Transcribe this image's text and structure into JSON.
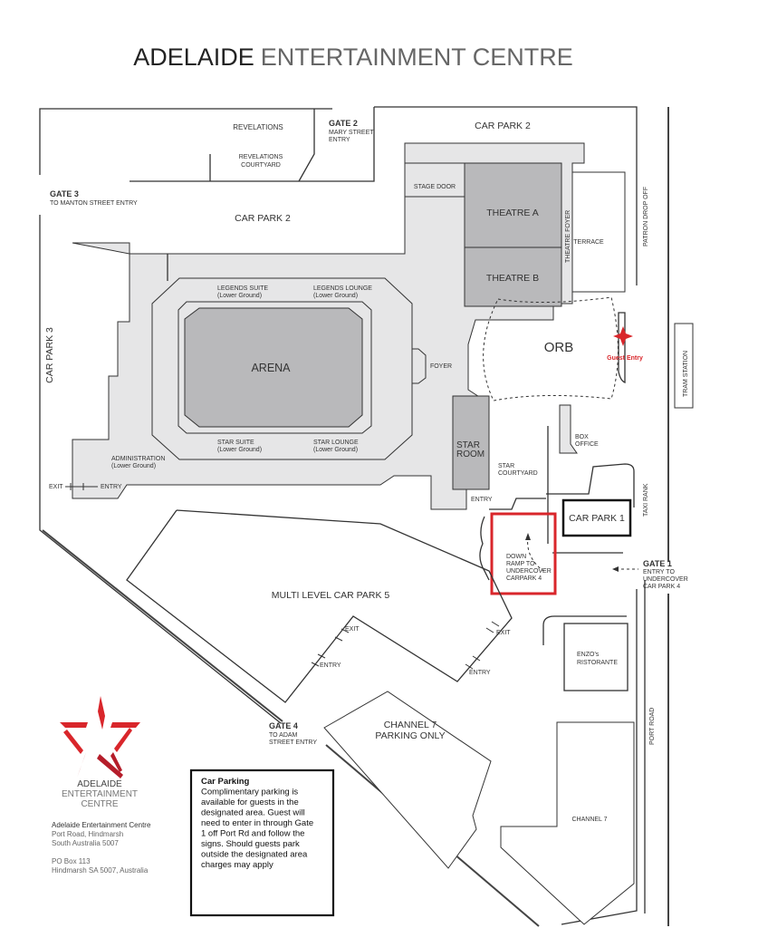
{
  "title": {
    "part1": "ADELAIDE",
    "part2": "ENTERTAINMENT CENTRE"
  },
  "labels": {
    "revelations": "REVELATIONS",
    "revelations_courtyard": [
      "REVELATIONS",
      "COURTYARD"
    ],
    "gate2": {
      "title": "GATE 2",
      "lines": [
        "MARY STREET",
        "ENTRY"
      ]
    },
    "gate3": {
      "title": "GATE 3",
      "lines": [
        "TO MANTON STREET ENTRY"
      ]
    },
    "gate4": {
      "title": "GATE 4",
      "lines": [
        "TO ADAM",
        "STREET ENTRY"
      ]
    },
    "gate1": {
      "title": "GATE 1",
      "lines": [
        "ENTRY TO",
        "UNDERCOVER",
        "CAR PARK 4"
      ]
    },
    "car_park_2_top": "CAR PARK 2",
    "car_park_2": "CAR PARK 2",
    "car_park_3": "CAR PARK 3",
    "car_park_1": "CAR PARK 1",
    "multi_level_car_park_5": "MULTI LEVEL CAR PARK 5",
    "stage_door": "STAGE DOOR",
    "theatre_a": "THEATRE A",
    "theatre_b": "THEATRE B",
    "theatre_foyer": "THEATRE FOYER",
    "terrace": "TERRACE",
    "patron_drop_off": "PATRON DROP OFF",
    "tram_station": "TRAM STATION",
    "taxi_rank": "TAXI RANK",
    "port_road": "PORT ROAD",
    "orb": "ORB",
    "guest_entry": "Guest Entry",
    "foyer": "FOYER",
    "arena": "ARENA",
    "legends_suite": [
      "LEGENDS SUITE",
      "(Lower Ground)"
    ],
    "legends_lounge": [
      "LEGENDS LOUNGE",
      "(Lower Ground)"
    ],
    "star_suite": [
      "STAR SUITE",
      "(Lower Ground)"
    ],
    "star_lounge": [
      "STAR LOUNGE",
      "(Lower Ground)"
    ],
    "administration": [
      "ADMINISTRATION",
      "(Lower Ground)"
    ],
    "star_room": [
      "STAR",
      "ROOM"
    ],
    "star_courtyard": [
      "STAR",
      "COURTYARD"
    ],
    "box_office": [
      "BOX",
      "OFFICE"
    ],
    "entry": "ENTRY",
    "exit": "EXIT",
    "down_ramp": [
      "DOWN",
      "RAMP TO",
      "UNDERCOVER",
      "CARPARK 4"
    ],
    "channel7_parking": [
      "CHANNEL 7",
      "PARKING ONLY"
    ],
    "enzos": [
      "ENZO's",
      "RISTORANTE"
    ],
    "channel7": "CHANNEL 7"
  },
  "logo": {
    "lines": [
      "ADELAIDE",
      "ENTERTAINMENT",
      "CENTRE"
    ]
  },
  "address": {
    "lines": [
      "Adelaide Entertainment Centre",
      "Port Road, Hindmarsh",
      "South Australia 5007"
    ],
    "po_lines": [
      "PO Box 113",
      "Hindmarsh SA 5007, Australia"
    ]
  },
  "parking_info": {
    "title": "Car Parking",
    "lines": [
      "Complimentary parking is",
      "available for guests in the",
      "designated area. Guest will",
      "need to enter in through Gate",
      "1 off Port Rd and follow the",
      "signs. Should guests park",
      "outside the designated area",
      "charges may apply"
    ]
  },
  "colors": {
    "accent_red": "#d9262b",
    "building": "#e6e6e7",
    "venue": "#b9b9bb"
  }
}
